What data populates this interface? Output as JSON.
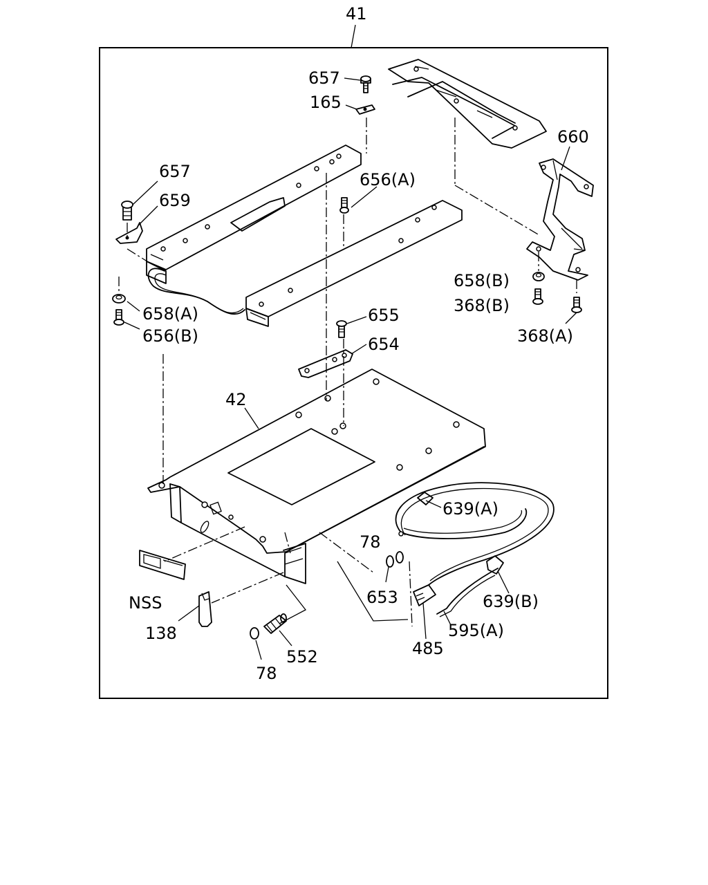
{
  "labels": {
    "assembly": "41",
    "screw_top": "657",
    "washer_top": "165",
    "bracket_right": "660",
    "screw_left": "657",
    "clip_left": "659",
    "bolt_a": "656(A)",
    "nut_right": "658(B)",
    "bolt_right_b": "368(B)",
    "bolt_right_a": "368(A)",
    "nut_left": "658(A)",
    "bolt_b": "656(B)",
    "screw_mid": "655",
    "plate_small": "654",
    "base_plate": "42",
    "band_a": "639(A)",
    "oring_upper": "78",
    "oring_pair": "653",
    "band_b": "639(B)",
    "label_nss": "NSS",
    "cap": "138",
    "hose": "595(A)",
    "connector": "485",
    "joint": "552",
    "oring_lower": "78"
  }
}
